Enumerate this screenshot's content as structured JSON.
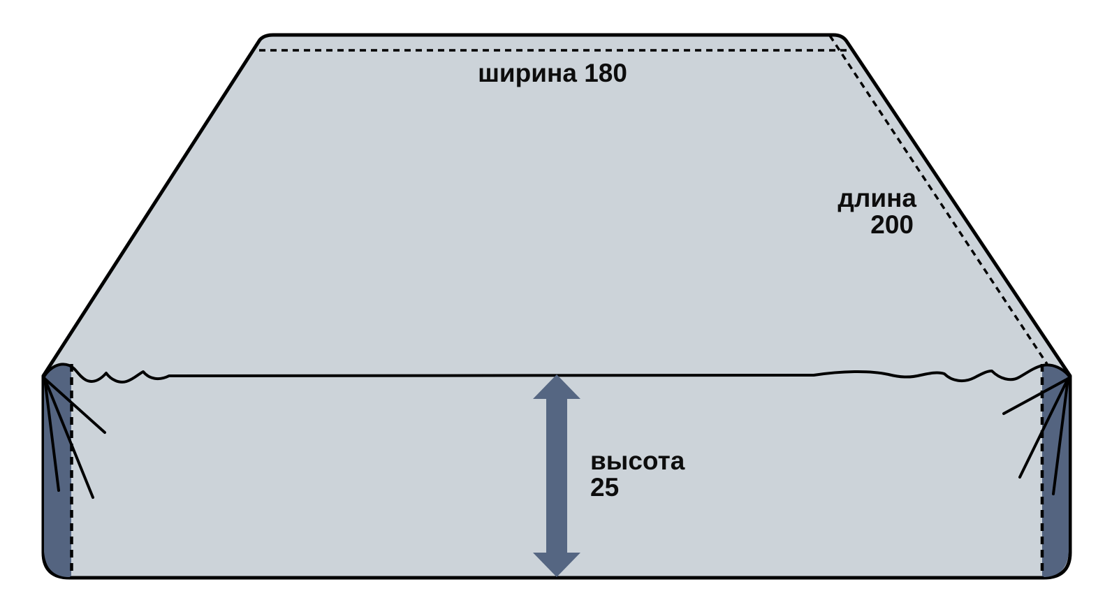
{
  "diagram": {
    "labels": {
      "width_label": "ширина 180",
      "length_line1": "длина",
      "length_line2": "200",
      "height_line1": "высота",
      "height_line2": "25"
    },
    "dimensions": {
      "width": 180,
      "length": 200,
      "height": 25
    },
    "colors": {
      "background": "#ffffff",
      "sheet_fill": "#ccd3d9",
      "corner_pocket_fill": "#546480",
      "arrow_fill": "#556682",
      "outline": "#000000",
      "text": "#0d0d0d"
    }
  }
}
